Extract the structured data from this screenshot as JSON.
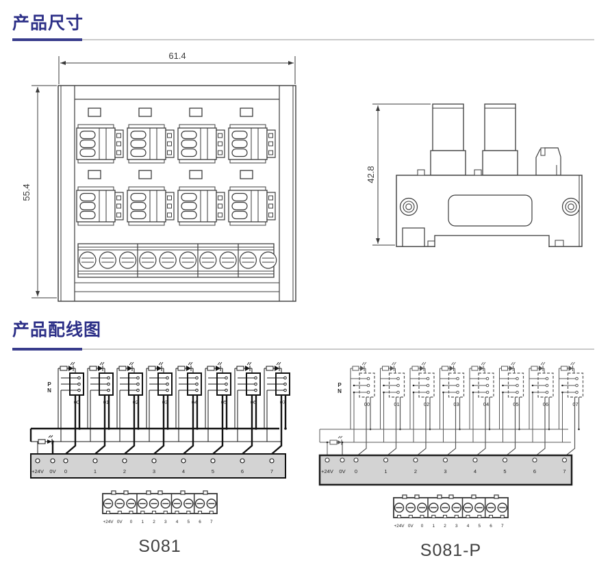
{
  "headers": {
    "dimensions": "产品尺寸",
    "wiring": "产品配线图"
  },
  "dims": {
    "front_width": "61.4",
    "front_height": "55.4",
    "side_height": "42.8"
  },
  "wiring": {
    "p": "P",
    "n": "N",
    "channels": [
      "00",
      "01",
      "02",
      "03",
      "04",
      "05",
      "06",
      "07"
    ],
    "terminals": [
      "+24V",
      "0V",
      "0",
      "1",
      "2",
      "3",
      "4",
      "5",
      "6",
      "7"
    ],
    "model_left": "S081",
    "model_right": "S081-P"
  },
  "colors": {
    "accent": "#2c2f87",
    "rule_muted": "#c9c9c9",
    "line_art": "#3a3a3a",
    "wire": "#111111",
    "wire_light": "#555555",
    "bus_fill": "#d3d3d3",
    "model_text": "#404040"
  }
}
